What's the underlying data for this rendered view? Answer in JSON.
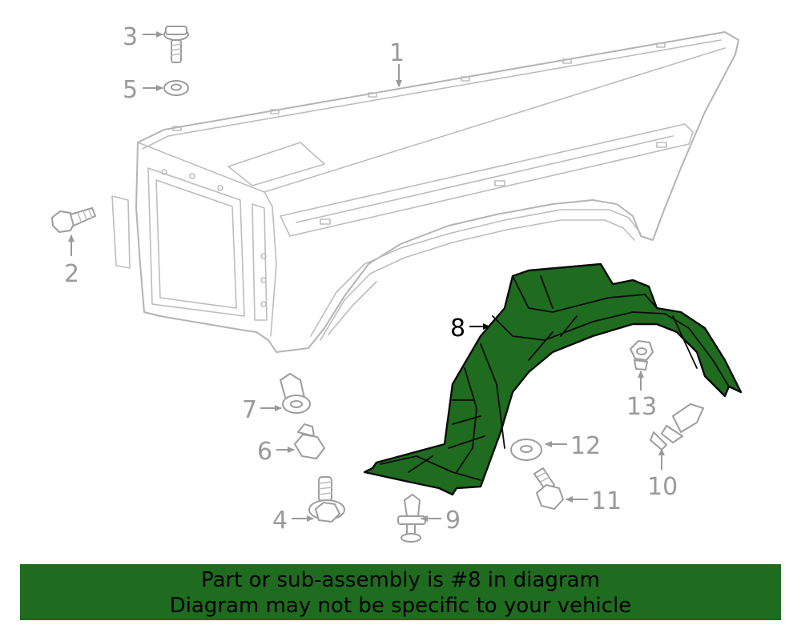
{
  "callouts": {
    "c1": "1",
    "c2": "2",
    "c3": "3",
    "c4": "4",
    "c5": "5",
    "c6": "6",
    "c7": "7",
    "c8": "8",
    "c9": "9",
    "c10": "10",
    "c11": "11",
    "c12": "12",
    "c13": "13"
  },
  "highlight_part": "8",
  "colors": {
    "highlight": "#1f6b1f",
    "line_art": "#b4b4b4",
    "callout_text": "#9a9a9a"
  },
  "banner": {
    "line1": "Part or sub-assembly is #8 in diagram",
    "line2": "Diagram may not be specific to your vehicle"
  }
}
